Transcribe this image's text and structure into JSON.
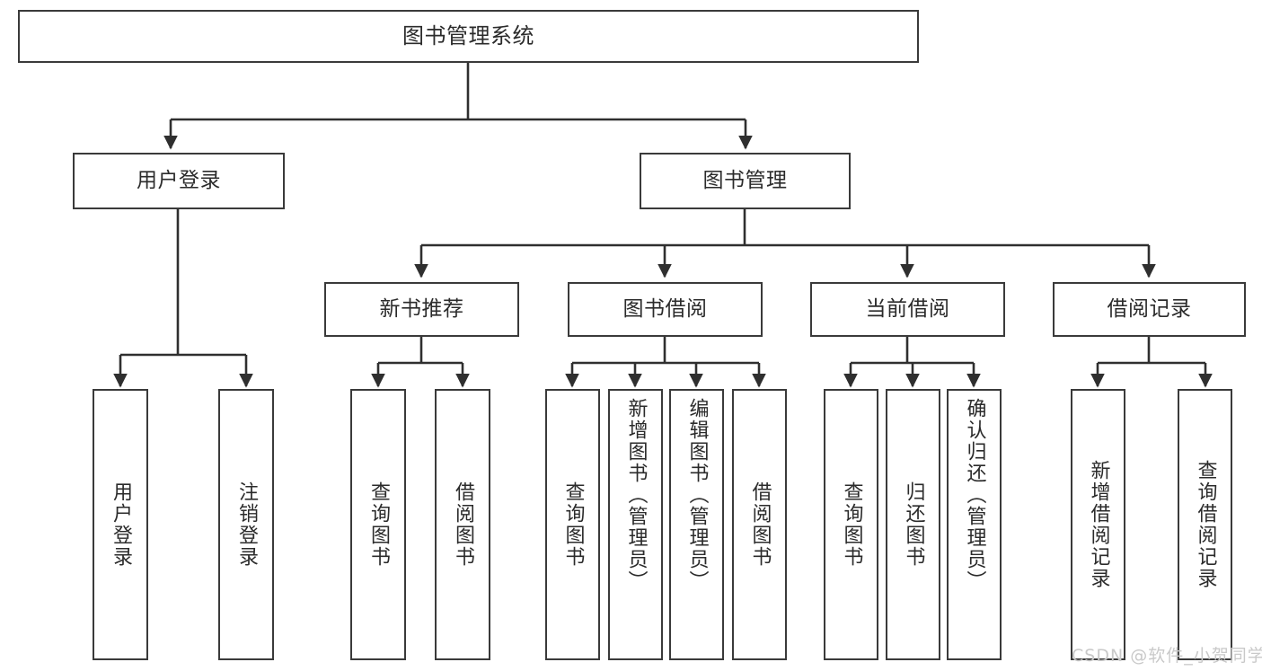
{
  "diagram": {
    "title": "图书管理系统",
    "type": "tree-hierarchy",
    "watermark": "CSDN @软件_小贺同学",
    "colors": {
      "box_border": "#3a3a3a",
      "box_fill": "#ffffff",
      "edge": "#2f2f2f",
      "text": "#2b2b2b",
      "watermark": "#c9c9c9",
      "background": "#ffffff"
    },
    "nodes": {
      "root": {
        "label": "图书管理系统"
      },
      "level2": [
        {
          "id": "user-login",
          "label": "用户登录"
        },
        {
          "id": "book-manage",
          "label": "图书管理"
        }
      ],
      "level3": [
        {
          "id": "new-book-recommend",
          "label": "新书推荐"
        },
        {
          "id": "book-borrow",
          "label": "图书借阅"
        },
        {
          "id": "current-borrow",
          "label": "当前借阅"
        },
        {
          "id": "borrow-record",
          "label": "借阅记录"
        }
      ],
      "leaves": [
        {
          "id": "leaf-user-login",
          "label": "用户登录",
          "parent": "user-login"
        },
        {
          "id": "leaf-logout",
          "label": "注销登录",
          "parent": "user-login"
        },
        {
          "id": "leaf-query-book-1",
          "label": "查询图书",
          "parent": "new-book-recommend"
        },
        {
          "id": "leaf-borrow-book-1",
          "label": "借阅图书",
          "parent": "new-book-recommend"
        },
        {
          "id": "leaf-query-book-2",
          "label": "查询图书",
          "parent": "book-borrow"
        },
        {
          "id": "leaf-add-book",
          "label": "新增图书（管理员）",
          "parent": "book-borrow"
        },
        {
          "id": "leaf-edit-book",
          "label": "编辑图书（管理员）",
          "parent": "book-borrow"
        },
        {
          "id": "leaf-borrow-book-2",
          "label": "借阅图书",
          "parent": "book-borrow"
        },
        {
          "id": "leaf-query-book-3",
          "label": "查询图书",
          "parent": "current-borrow"
        },
        {
          "id": "leaf-return-book",
          "label": "归还图书",
          "parent": "current-borrow"
        },
        {
          "id": "leaf-confirm-return",
          "label": "确认归还（管理员）",
          "parent": "current-borrow"
        },
        {
          "id": "leaf-add-record",
          "label": "新增借阅记录",
          "parent": "borrow-record"
        },
        {
          "id": "leaf-query-record",
          "label": "查询借阅记录",
          "parent": "borrow-record"
        }
      ]
    }
  }
}
